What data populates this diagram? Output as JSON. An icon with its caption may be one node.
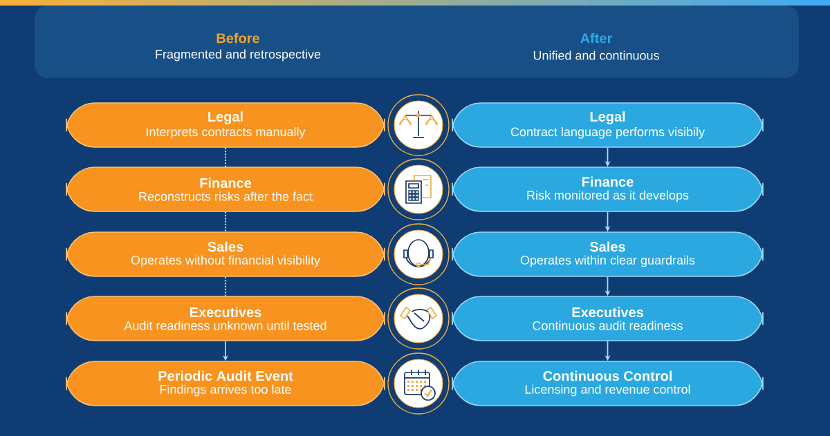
{
  "diagram": {
    "nodes": [
      {
        "text": [
          "Legal",
          "Interprets contracts manually"
        ]
      },
      {
        "text": [
          "Finance",
          "Reconstructs risks after the fact"
        ]
      },
      {
        "text": [
          "Sales",
          "Operates without financial visibility"
        ]
      },
      {
        "text": [
          "Executives",
          "Audit readiness unknown until tested"
        ]
      },
      {
        "text": [
          "Periodic Audit Event",
          "Findings arrives too late"
        ]
      },
      {
        "text": [
          "Legal",
          "Contract language performs visibily"
        ]
      },
      {
        "text": [
          "Finance",
          "Risk monitored as it develops"
        ]
      },
      {
        "text": [
          "Sales",
          "Operates within clear guardrails"
        ]
      },
      {
        "text": [
          "Executives",
          "Continuous audit readiness"
        ]
      },
      {
        "text": [
          "Continuous Control",
          "Licensing and revenue control"
        ]
      }
    ],
    "edges": [
      {
        "from": 0,
        "to": 1,
        "arrow": "none",
        "style": "dashed"
      },
      {
        "from": 1,
        "to": 2,
        "arrow": "none",
        "style": "dashed"
      },
      {
        "from": 2,
        "to": 3,
        "arrow": "none",
        "style": "dashed"
      },
      {
        "from": 3,
        "to": 4,
        "arrow": "to"
      },
      {
        "from": 5,
        "to": 6,
        "arrow": "to"
      },
      {
        "from": 6,
        "to": 7,
        "arrow": "to"
      },
      {
        "from": 7,
        "to": 8,
        "arrow": "to"
      },
      {
        "from": 8,
        "to": 9,
        "arrow": "to"
      }
    ],
    "labels": [
      "Before",
      "Fragmented and retrospective",
      "After",
      "Unified and continuous"
    ]
  }
}
